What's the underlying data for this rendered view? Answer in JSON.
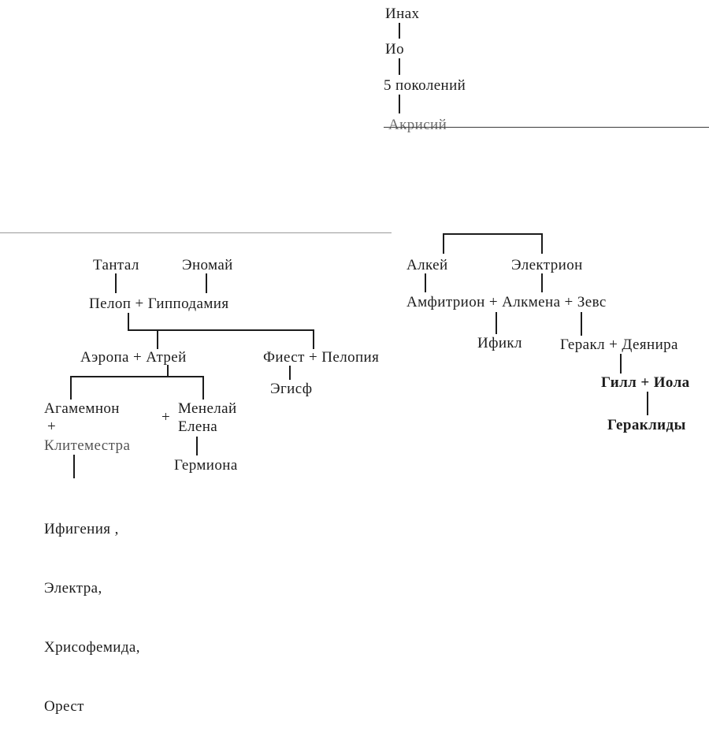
{
  "document": {
    "background": "#ffffff",
    "ink_color": "#1c1c1c",
    "rule_color": "#9a9a9a"
  },
  "top_lineage": {
    "inachus": "Инах",
    "io": "Ио",
    "five_generations": "5 поколений",
    "acrisius": "Акрисий"
  },
  "pelopid_tree": {
    "tantalus": "Тантал",
    "oenomaus": "Эномай",
    "pelops_hippodamia": "Пелоп + Гипподамия",
    "aerope_atreus": "Аэропа + Атрей",
    "thyestes_pelopia": "Фиест + Пелопия",
    "aegisthus": "Эгисф",
    "agamemnon": "Агамемнон",
    "plus_agamemnon": "+",
    "clytemnestra": "Клитеместра",
    "plus_menelaus": "+",
    "menelaus": "Менелай",
    "helen": "Елена",
    "hermione": "Гермиона",
    "agamemnon_children": [
      "Ифигения ,",
      "Электра,",
      "Хрисофемида,",
      "Орест"
    ]
  },
  "heraclid_tree": {
    "alcaeus": "Алкей",
    "electryon": "Электрион",
    "amphitryon_alcmene_zeus": "Амфитрион + Алкмена + Зевс",
    "iphicles": "Ификл",
    "heracles_deianira": "Геракл + Деянира",
    "hyllus_iole": "Гилл + Иола",
    "heraclids": "Гераклиды"
  }
}
